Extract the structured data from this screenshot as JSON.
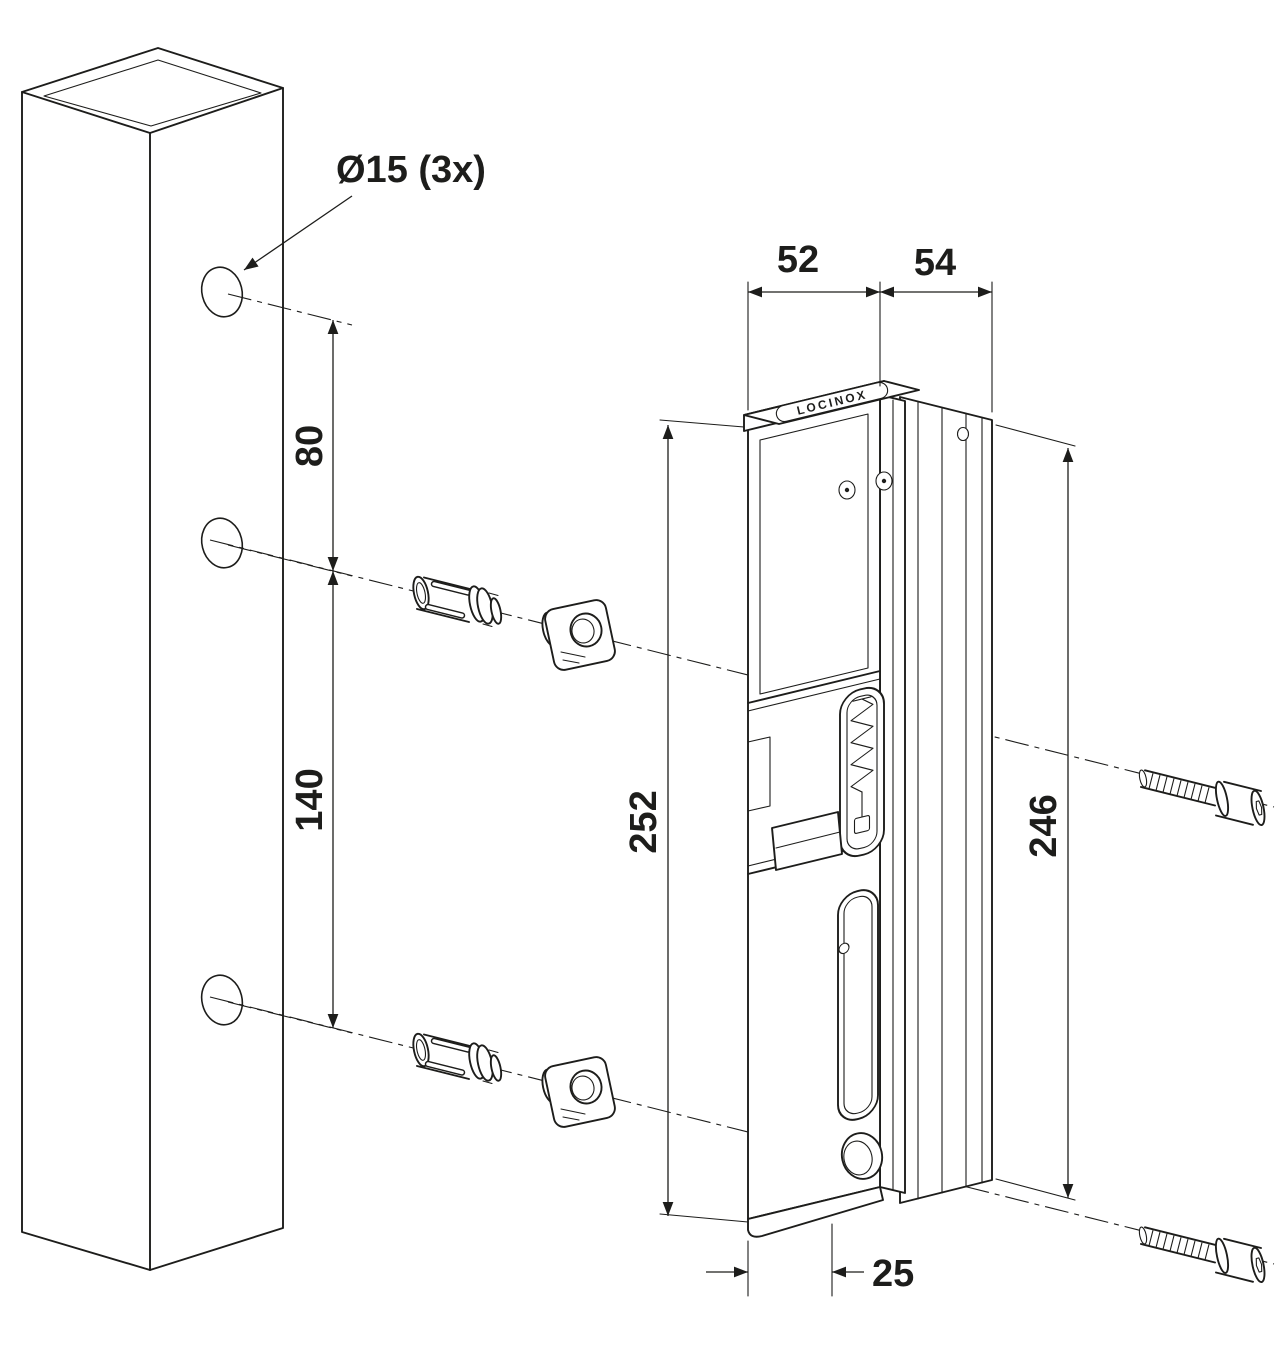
{
  "diagram": {
    "type": "technical-drawing",
    "description": "Isometric installation drawing: gate keep mounted on square post with quick-fix inserts and socket screws",
    "background": "#ffffff",
    "line_color": "#1d1d1b",
    "brand": "LOCINOX",
    "callout": {
      "hole_spec": "Ø15 (3x)"
    },
    "dims": {
      "spacing_upper": "80",
      "spacing_lower": "140",
      "width_body": "52",
      "depth_profile": "54",
      "height_body": "252",
      "height_profile": "246",
      "depth_foot": "25"
    }
  }
}
